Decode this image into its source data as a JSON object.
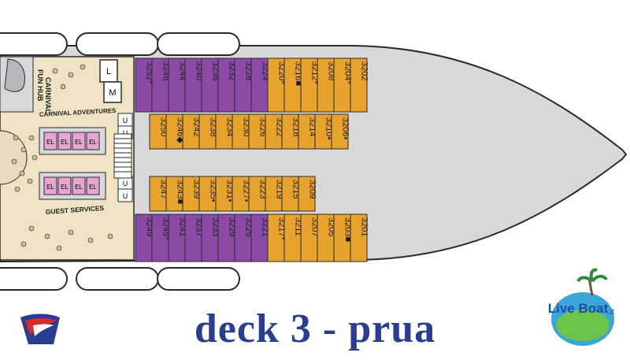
{
  "title": "deck 3 - prua",
  "areas": {
    "fun_hub": "FUN HUB",
    "carnival": "CARNIVAL",
    "adventures": "CARNIVAL ADVENTURES",
    "guest_services": "GUEST SERVICES"
  },
  "elevators": {
    "label": "EL",
    "count_top": 4,
    "count_bottom": 4
  },
  "service_marks": {
    "L": "L",
    "M": "M",
    "U": "U"
  },
  "cabins": {
    "row_top_purple": [
      "3252",
      "3248",
      "3244",
      "3240",
      "3236",
      "3232",
      "3228",
      "3224"
    ],
    "row_top_orange": [
      "3220",
      "3216",
      "3212",
      "3208",
      "3204",
      "3202"
    ],
    "row_inner_top": [
      "3250",
      "3246",
      "3242",
      "3238",
      "3234",
      "3230",
      "3226",
      "3222",
      "3218",
      "3214",
      "3210",
      "3206"
    ],
    "row_inner_bottom": [
      "3247",
      "3243",
      "3239",
      "3235",
      "3231",
      "3227",
      "3223",
      "3219",
      "3215",
      "3209"
    ],
    "row_bottom_purple": [
      "3249",
      "3245",
      "3241",
      "3237",
      "3233",
      "3229",
      "3225",
      "3221"
    ],
    "row_bottom_orange": [
      "3217",
      "3211",
      "3207",
      "3205",
      "3203",
      "3201"
    ]
  },
  "cabin_markers": {
    "3252": "*",
    "3216": "■",
    "3212": "*",
    "3204": "*",
    "3220": "*",
    "3246": "◆",
    "3210": "•",
    "3206": "•",
    "3243": "■",
    "3235": "•",
    "3231": "•",
    "3227": "•",
    "3245": "*",
    "3217": "*",
    "3203": "■"
  },
  "colors": {
    "purple": "#8b4aa6",
    "orange": "#e8a22e",
    "hull": "#d8d8da",
    "public_area": "#efe3c4",
    "elevator": "#e7a6d2",
    "title": "#2b3d91",
    "outline": "#2a2a2a"
  },
  "logos": {
    "brand": "carnival-funnel-logo",
    "site": "Live Boat",
    "site_suffix": ".it"
  }
}
